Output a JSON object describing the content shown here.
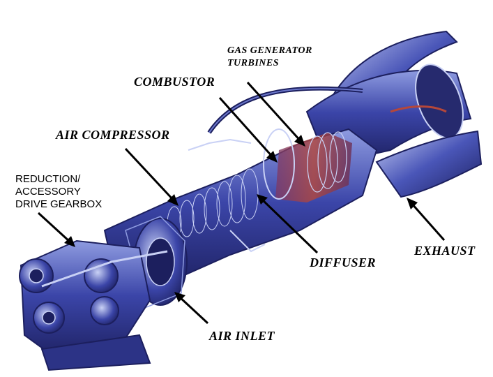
{
  "labels": {
    "gas_generator_turbines": [
      "GAS GENERATOR",
      "TURBINES"
    ],
    "combustor": "COMBUSTOR",
    "air_compressor": "AIR COMPRESSOR",
    "reduction_gearbox": [
      "REDUCTION/",
      "ACCESSORY",
      "DRIVE GEARBOX"
    ],
    "diffuser": "DIFFUSER",
    "exhaust": "EXHAUST",
    "air_inlet": "AIR INLET"
  },
  "colors": {
    "engine_dark": "#1c1f5e",
    "engine_mid": "#3b45a8",
    "engine_light": "#8e9be0",
    "highlight": "#c9d1f5",
    "combustion_accent": "#b5473a",
    "arrow": "#000000"
  }
}
